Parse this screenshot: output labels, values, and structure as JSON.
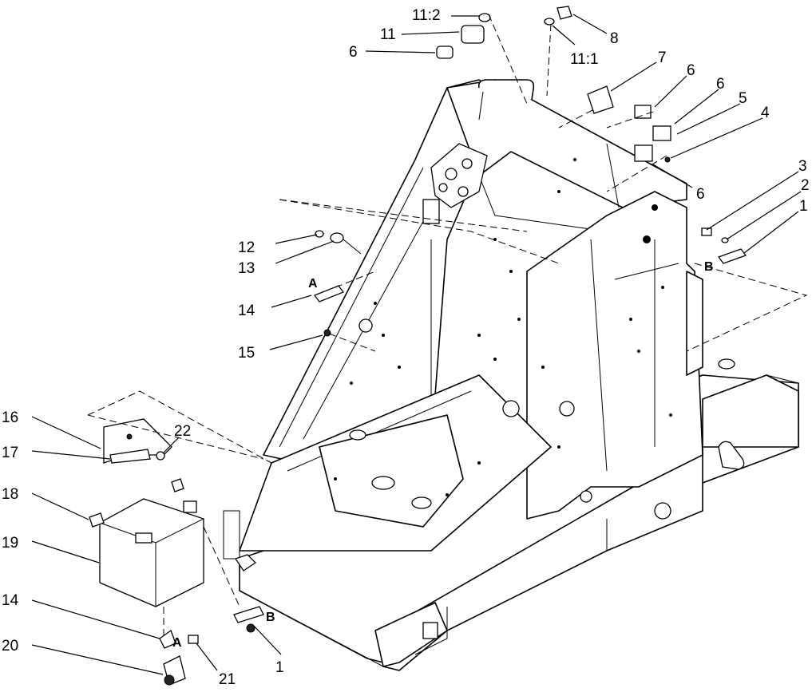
{
  "diagram": {
    "callouts": {
      "c_11_2": "11:2",
      "c_11_top": "11",
      "c_6_top": "6",
      "c_8": "8",
      "c_11_1": "11:1",
      "c_7": "7",
      "c_6_a": "6",
      "c_6_b": "6",
      "c_5": "5",
      "c_4": "4",
      "c_6_c": "6",
      "c_3": "3",
      "c_2": "2",
      "c_1_top": "1",
      "c_b_top": "B",
      "c_12": "12",
      "c_13": "13",
      "c_a_mid": "A",
      "c_14_mid": "14",
      "c_15": "15",
      "c_16": "16",
      "c_22": "22",
      "c_17": "17",
      "c_18": "18",
      "c_19": "19",
      "c_b_bot": "B",
      "c_14_bot": "14",
      "c_a_bot": "A",
      "c_20": "20",
      "c_21": "21",
      "c_1_bot": "1"
    }
  }
}
